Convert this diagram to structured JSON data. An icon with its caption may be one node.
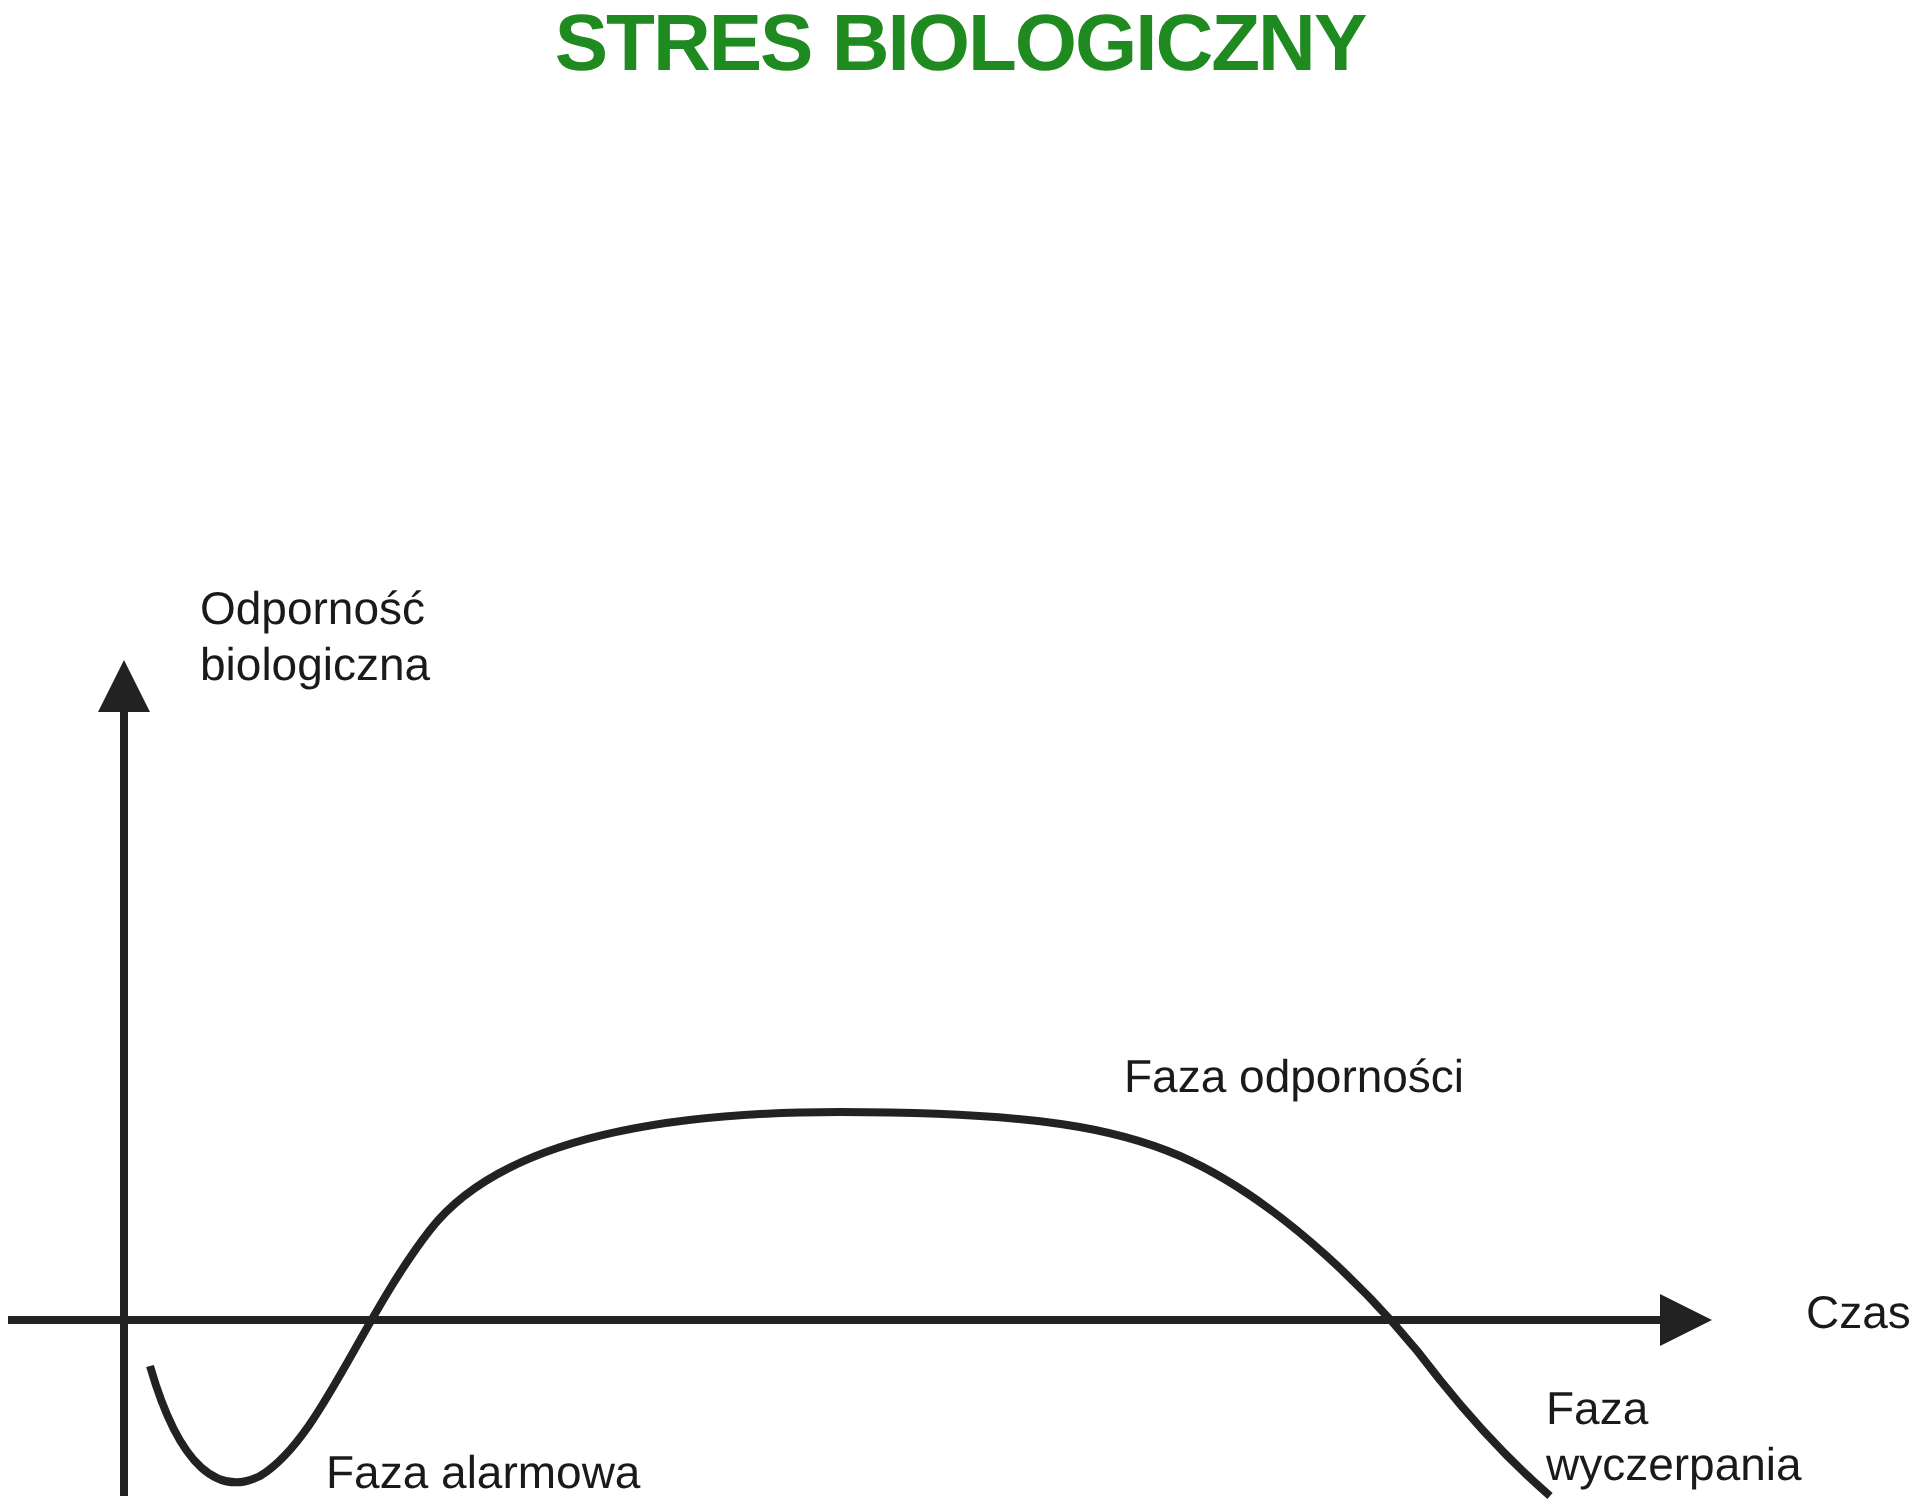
{
  "diagram": {
    "title": "STRES BIOLOGICZNY",
    "labels": [
      "Odporność biologiczna",
      "Faza odporności",
      "Czas",
      "Faza alarmowa",
      "Faza wyczerpania"
    ]
  }
}
